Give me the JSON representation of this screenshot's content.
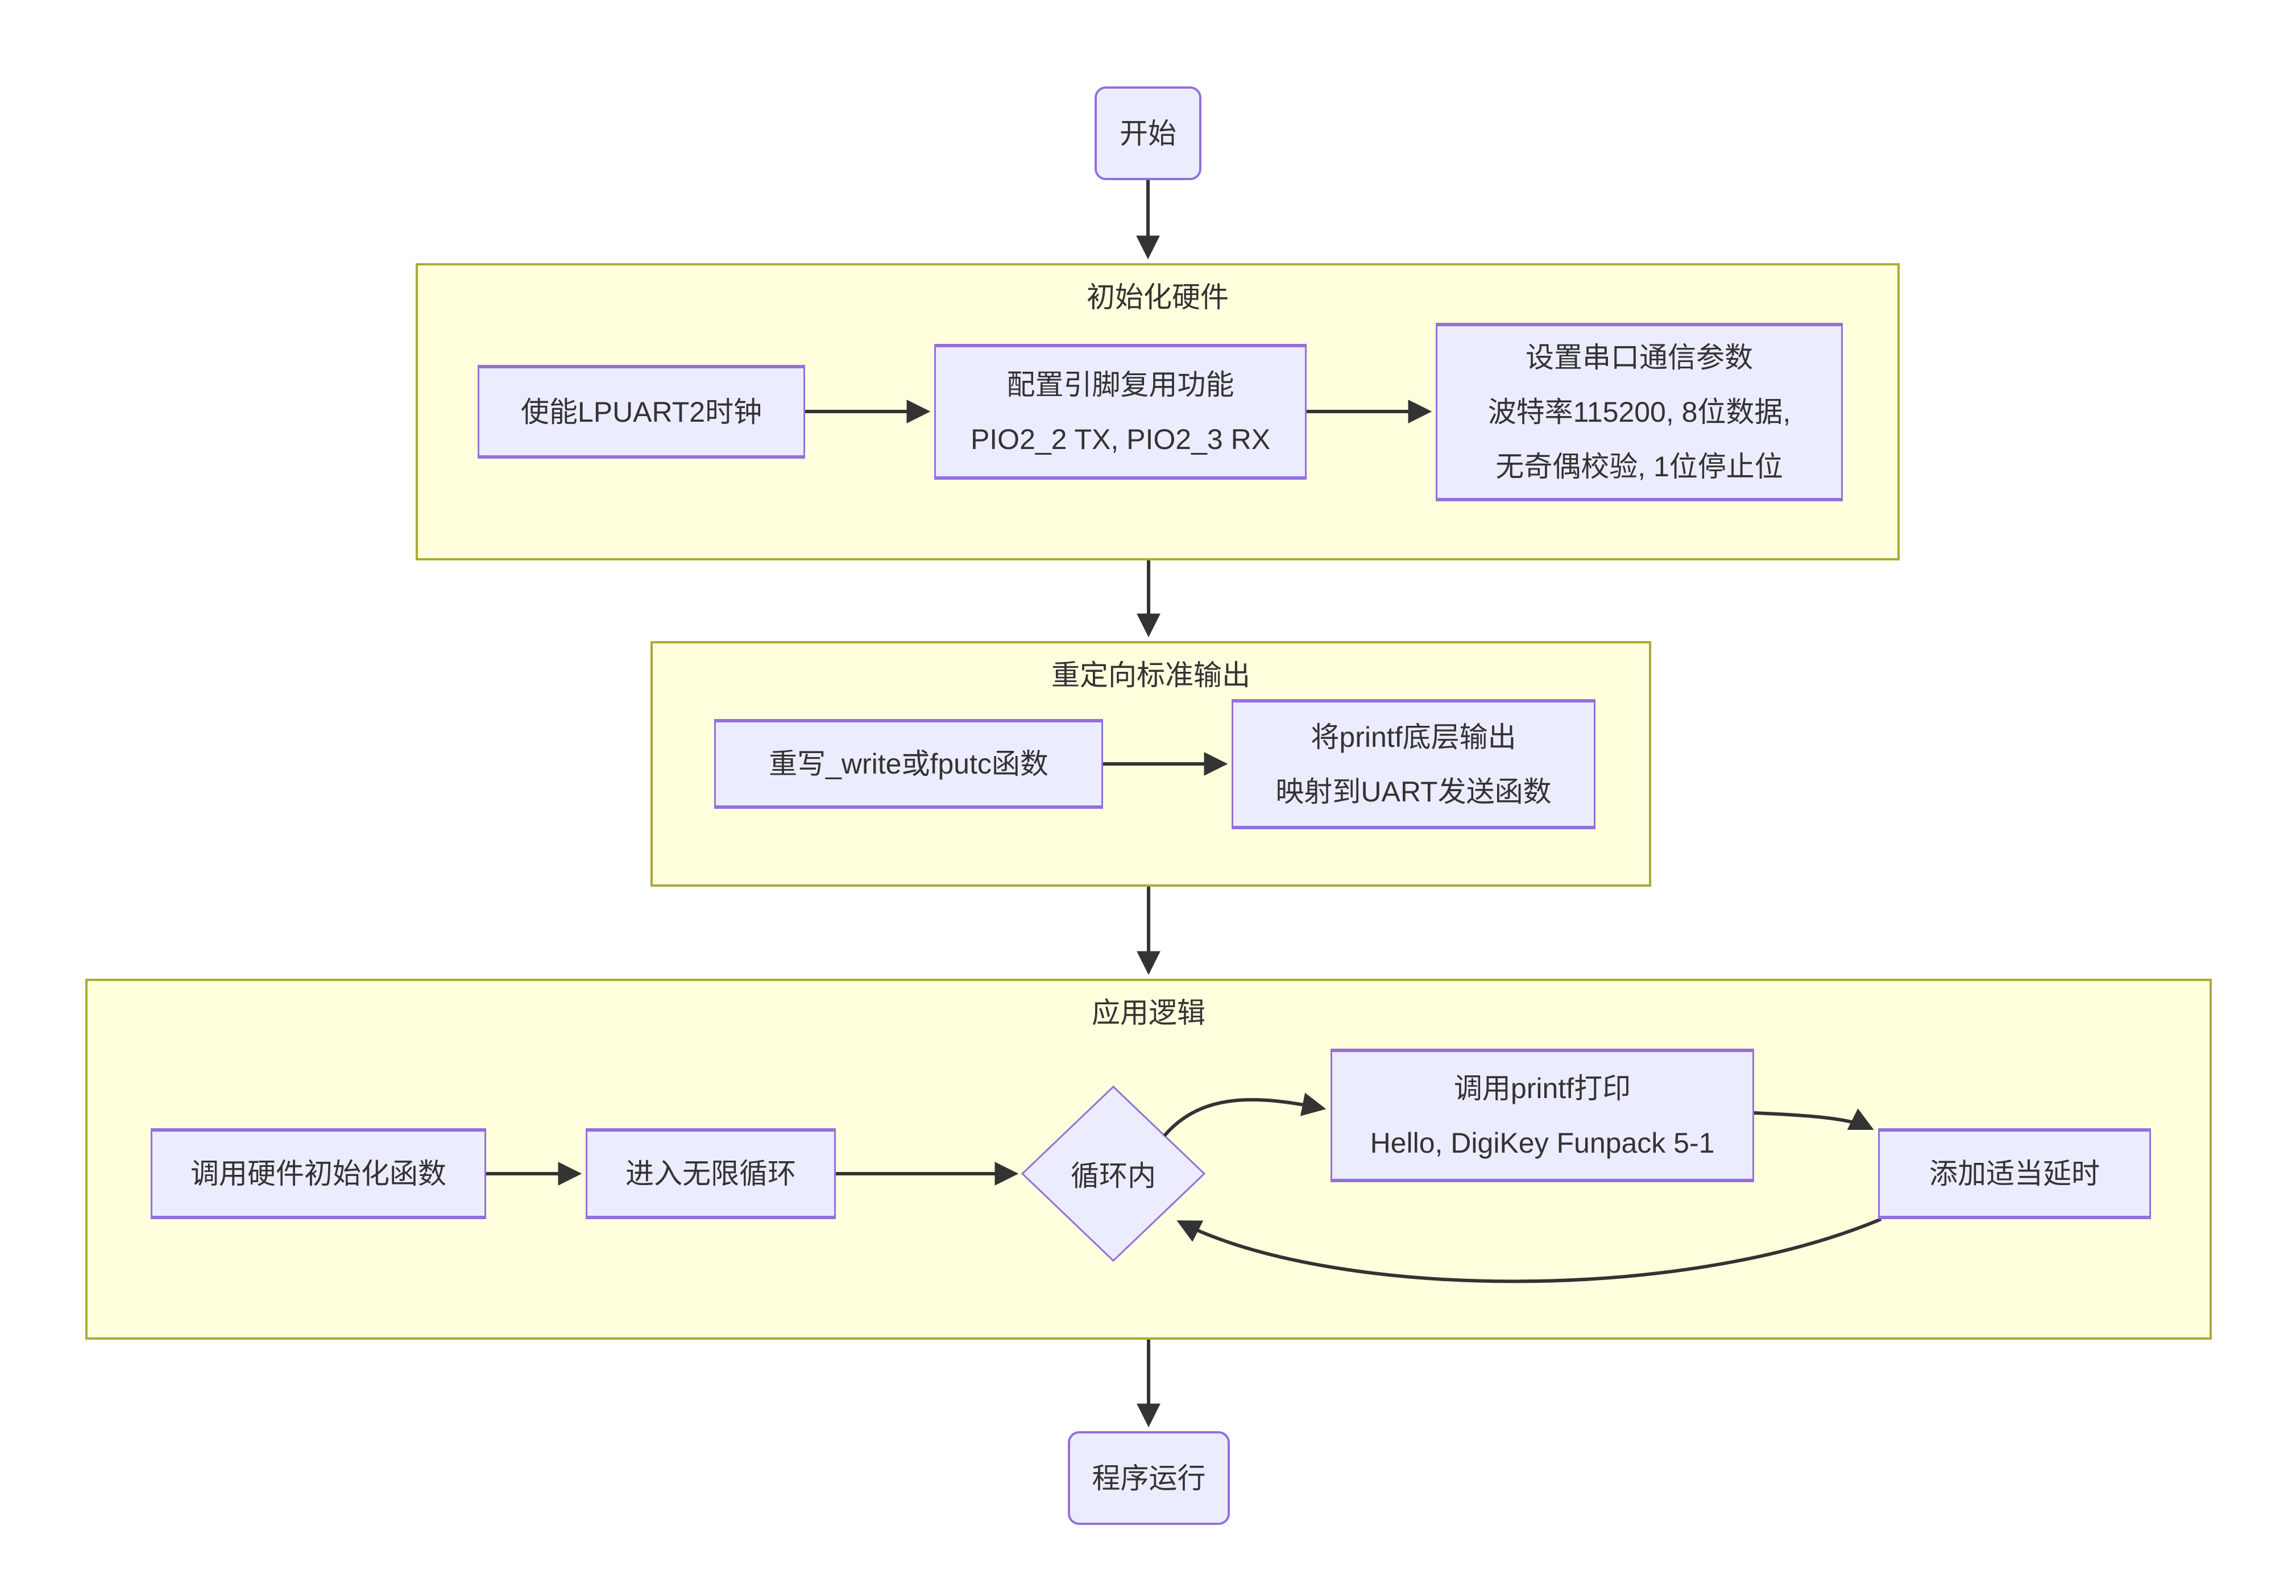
{
  "colors": {
    "background": "#FFFFFF",
    "node_fill": "#ECECFF",
    "node_border": "#9370DB",
    "cluster_fill": "#FFFFDE",
    "cluster_border": "#AAAA33",
    "edge": "#333333",
    "text": "#333333"
  },
  "flowchart": {
    "start_node": {
      "label": "开始"
    },
    "end_node": {
      "label": "程序运行"
    },
    "subgraphs": [
      {
        "title": "初始化硬件"
      },
      {
        "title": "重定向标准输出"
      },
      {
        "title": "应用逻辑"
      }
    ],
    "nodes": {
      "enable_clock": {
        "lines": [
          "使能LPUART2时钟"
        ]
      },
      "pin_mux": {
        "lines": [
          "配置引脚复用功能",
          "PIO2_2 TX, PIO2_3 RX"
        ]
      },
      "uart_params": {
        "lines": [
          "设置串口通信参数",
          "波特率115200, 8位数据,",
          "无奇偶校验, 1位停止位"
        ]
      },
      "rewrite_write": {
        "lines": [
          "重写_write或fputc函数"
        ]
      },
      "map_printf": {
        "lines": [
          "将printf底层输出",
          "映射到UART发送函数"
        ]
      },
      "call_init": {
        "lines": [
          "调用硬件初始化函数"
        ]
      },
      "enter_loop": {
        "lines": [
          "进入无限循环"
        ]
      },
      "loop_decision": {
        "label": "循环内"
      },
      "call_printf": {
        "lines": [
          "调用printf打印",
          "Hello, DigiKey Funpack 5-1"
        ]
      },
      "add_delay": {
        "lines": [
          "添加适当延时"
        ]
      }
    }
  }
}
